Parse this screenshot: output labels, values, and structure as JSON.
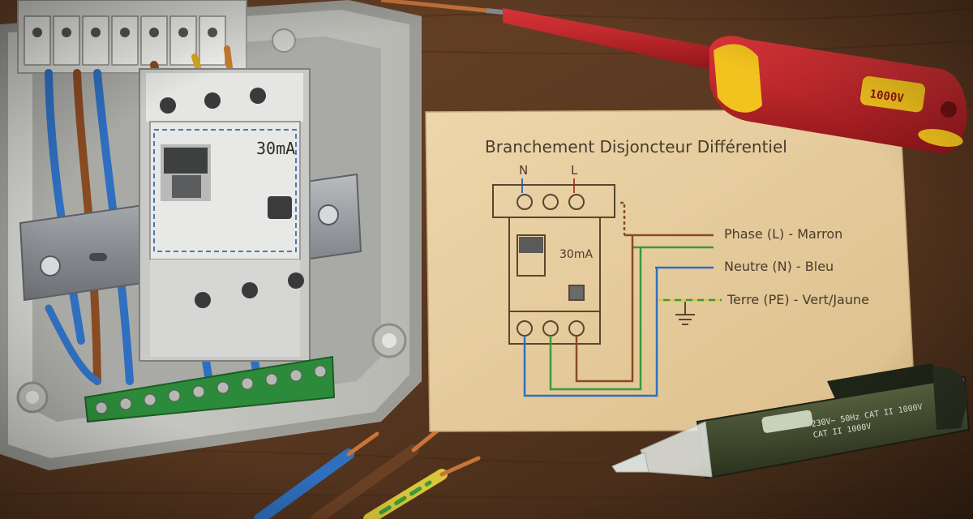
{
  "scene": {
    "breaker_rating": "30mA",
    "note": {
      "title": "Branchement Disjoncteur Différentiel",
      "terminal_n": "N",
      "terminal_l": "L",
      "breaker_rating": "30mA",
      "legend": {
        "phase": "Phase (L) - Marron",
        "neutral": "Neutre (N) - Bleu",
        "earth": "Terre (PE) - Vert/Jaune"
      }
    },
    "tester": {
      "line1": "230V~ 50Hz  CAT II 1000V",
      "line2": "CAT II 1000V"
    },
    "screwdriver": {
      "label": "1000V"
    },
    "colors": {
      "phase_brown": "#8a4a22",
      "neutral_blue": "#2f6fbf",
      "earth_green": "#3a9a3a",
      "earth_yellow": "#d9c63a",
      "screwdriver_red": "#c0242a",
      "screwdriver_yellow": "#f2c21e",
      "paper": "#e8cfa2",
      "wood": "#5a3a24"
    }
  }
}
